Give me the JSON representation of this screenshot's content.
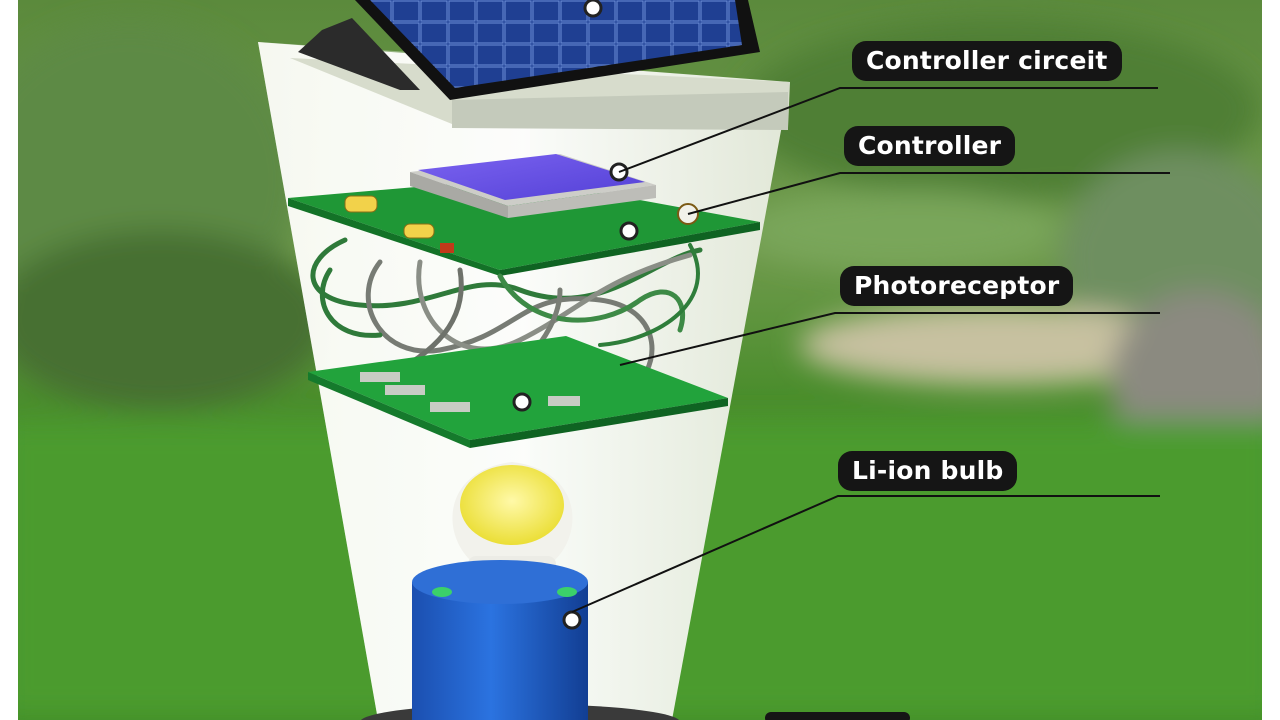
{
  "labels": [
    {
      "id": "controller-circuit",
      "text": "Controller circeit"
    },
    {
      "id": "controller",
      "text": "Controller"
    },
    {
      "id": "photoreceptor",
      "text": "Photoreceptor"
    },
    {
      "id": "li-ion-bulb",
      "text": "Li-ion bulb"
    }
  ],
  "colors": {
    "label_background": "#151515",
    "label_text": "#ffffff",
    "grass": "#4f9a2f",
    "circuit_board": "#22a33c",
    "solar_panel": "#1e3f8f",
    "battery": "#1f5fc8",
    "controller_chip": "#6a55e6",
    "bulb_led": "#f2ea4a"
  }
}
